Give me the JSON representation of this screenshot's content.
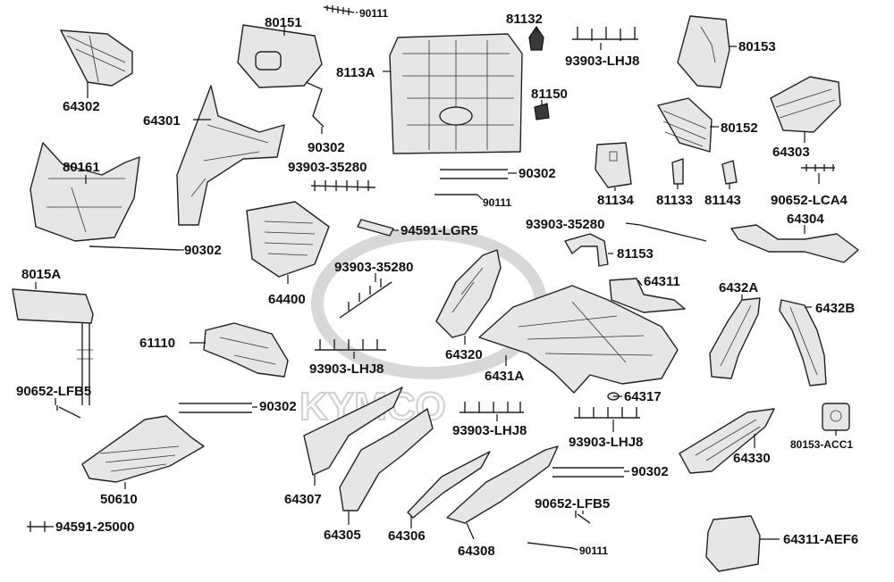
{
  "watermark": "KYMCO",
  "labels": {
    "p64302": "64302",
    "p80151": "80151",
    "p90111a": "90111",
    "p81132": "81132",
    "p93903lhj8_a": "93903-LHJ8",
    "p80153": "80153",
    "p8113a": "8113A",
    "p81150": "81150",
    "p64301": "64301",
    "p80152": "80152",
    "p64303": "64303",
    "p80161": "80161",
    "p90302a": "90302",
    "p93903_35280a": "93903-35280",
    "p90302b": "90302",
    "p90111b": "90111",
    "p81134": "81134",
    "p81133": "81133",
    "p81143": "81143",
    "p90652lca4": "90652-LCA4",
    "p90302c": "90302",
    "p94591lgr5": "94591-LGR5",
    "p93903_35280b": "93903-35280",
    "p64304": "64304",
    "p8015a": "8015A",
    "p81153": "81153",
    "p93903_35280c": "93903-35280",
    "p64400": "64400",
    "p64311": "64311",
    "p6432a": "6432A",
    "p6432b": "6432B",
    "p61110": "61110",
    "p64320": "64320",
    "p93903lhj8_b": "93903-LHJ8",
    "p6431a": "6431A",
    "p90652lfb5a": "90652-LFB5",
    "p90302d": "90302",
    "p64317": "64317",
    "p93903lhj8_c": "93903-LHJ8",
    "p93903lhj8_d": "93903-LHJ8",
    "p80153acc1": "80153-ACC1",
    "p64330": "64330",
    "p90302e": "90302",
    "p50610": "50610",
    "p64307": "64307",
    "p90652lfb5b": "90652-LFB5",
    "p94591_25000": "94591-25000",
    "p64305": "64305",
    "p64306": "64306",
    "p64308": "64308",
    "p90111c": "90111",
    "p64311aef6": "64311-AEF6"
  }
}
